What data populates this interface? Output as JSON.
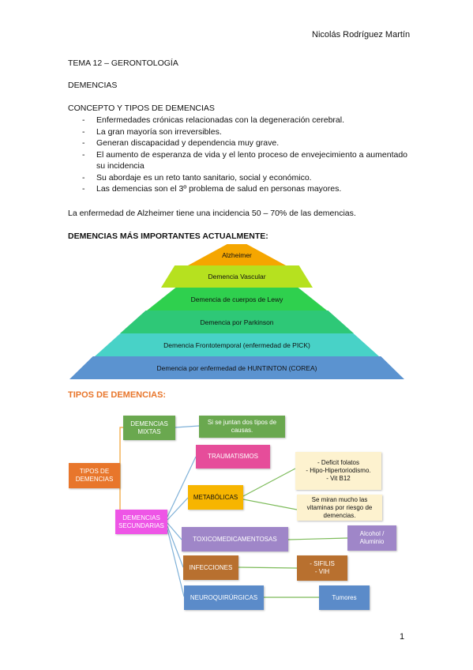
{
  "header": {
    "author": "Nicolás Rodríguez Martín"
  },
  "title_topic": "TEMA 12 – GERONTOLOGÍA",
  "title_section": "DEMENCIAS",
  "concept": {
    "heading": "CONCEPTO Y TIPOS DE DEMENCIAS",
    "bullets": [
      "Enfermedades crónicas relacionadas con la degeneración cerebral.",
      "La gran mayoría son irreversibles.",
      "Generan discapacidad y dependencia muy grave.",
      "El aumento de esperanza de vida y el lento proceso de envejecimiento a aumentado su incidencia",
      "Su abordaje es un reto tanto sanitario, social y económico.",
      "Las demencias son el 3º problema de salud en personas mayores."
    ]
  },
  "alzheimer_note": "La enfermedad de Alzheimer tiene una incidencia 50 – 70% de las demencias.",
  "major_heading": "DEMENCIAS MÁS IMPORTANTES ACTUALMENTE:",
  "pyramid": {
    "layers": [
      {
        "label": "Alzheimer",
        "color": "#f5a600"
      },
      {
        "label": "Demencia Vascular",
        "color": "#b6e11f"
      },
      {
        "label": "Demencia de cuerpos de Lewy",
        "color": "#2fd04e"
      },
      {
        "label": "Demencia por Parkinson",
        "color": "#2ec877"
      },
      {
        "label": "Demencia Frontotemporal (enfermedad de PICK)",
        "color": "#48d2c7"
      },
      {
        "label": "Demencia por enfermedad de HUNTINTON (COREA)",
        "color": "#5b93d0"
      }
    ]
  },
  "tipos_heading": "TIPOS DE DEMENCIAS:",
  "diagram": {
    "root": "TIPOS DE DEMENCIAS",
    "mixtas": "DEMENCIAS MIXTAS",
    "mixtas_note": "Si se juntan dos tipos de causas.",
    "secundarias": "DEMENCIAS SECUNDARIAS",
    "traumatismos": "TRAUMATISMOS",
    "metabolicas": "METABÓLICAS",
    "metab_list": [
      "- Deficit folatos",
      "- Hipo-Hipertoriodismo.",
      "- Vit B12"
    ],
    "metab_note": "Se miran mucho las vitaminas por riesgo de demencias.",
    "toxico": "TOXICOMEDICAMENTOSAS",
    "toxico_note": "Alcohol / Aluminio",
    "infecciones": "INFECCIONES",
    "infec_list": [
      "- SIFILIS",
      "- VIH"
    ],
    "neuro": "NEUROQUIRÚRGICAS",
    "neuro_note": "Tumores",
    "colors": {
      "green": "#6aa84f",
      "orange": "#e8762b",
      "pink": "#e64d9a",
      "magenta": "#ee55e6",
      "yellow": "#f7b500",
      "cream": "#fdf2cf",
      "lavender": "#9f86c8",
      "brown": "#b8702f",
      "blue": "#5b8bc9",
      "line": "#7fb1d8",
      "line_green": "#7dbb5a",
      "line_orange": "#f0a030"
    }
  },
  "page_number": "1"
}
